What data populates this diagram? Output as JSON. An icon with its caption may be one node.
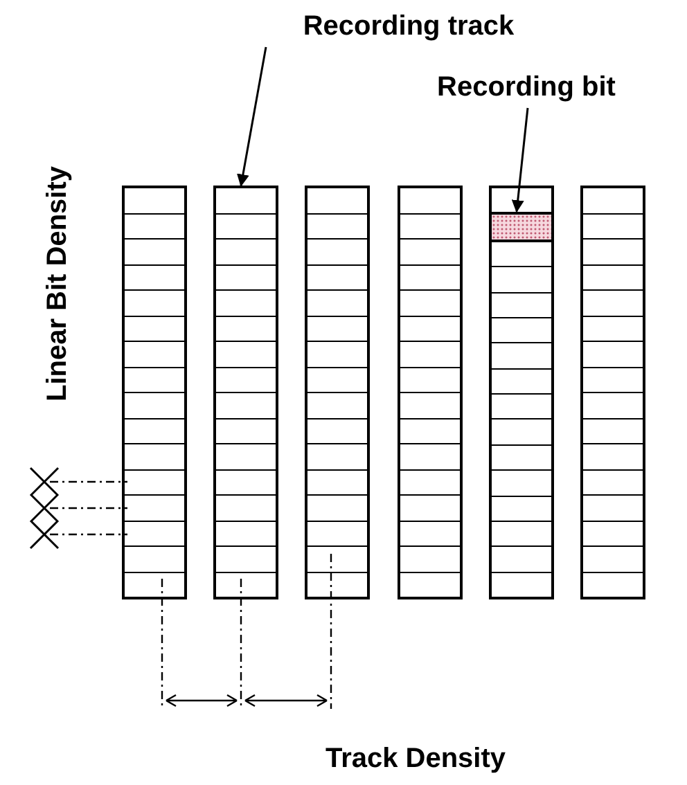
{
  "diagram": {
    "nodes": [
      {
        "text": [
          "Recording track"
        ]
      },
      {
        "text": [
          "Recording bit"
        ]
      },
      {
        "text": [],
        "shape": "bar"
      },
      {
        "text": [],
        "shape": "bar"
      },
      {
        "text": [],
        "shape": "bar"
      },
      {
        "text": [],
        "shape": "bar"
      },
      {
        "text": [],
        "shape": "bar"
      },
      {
        "text": [],
        "shape": "bar"
      },
      {
        "text": [],
        "shape": "box",
        "in": 6
      }
    ],
    "edges": [
      {
        "from": 0,
        "to": 3,
        "arrow": "to"
      },
      {
        "from": 1,
        "to": 8,
        "arrow": "to"
      }
    ],
    "labels": [
      "Linear Bit Density",
      "Track Density"
    ]
  }
}
